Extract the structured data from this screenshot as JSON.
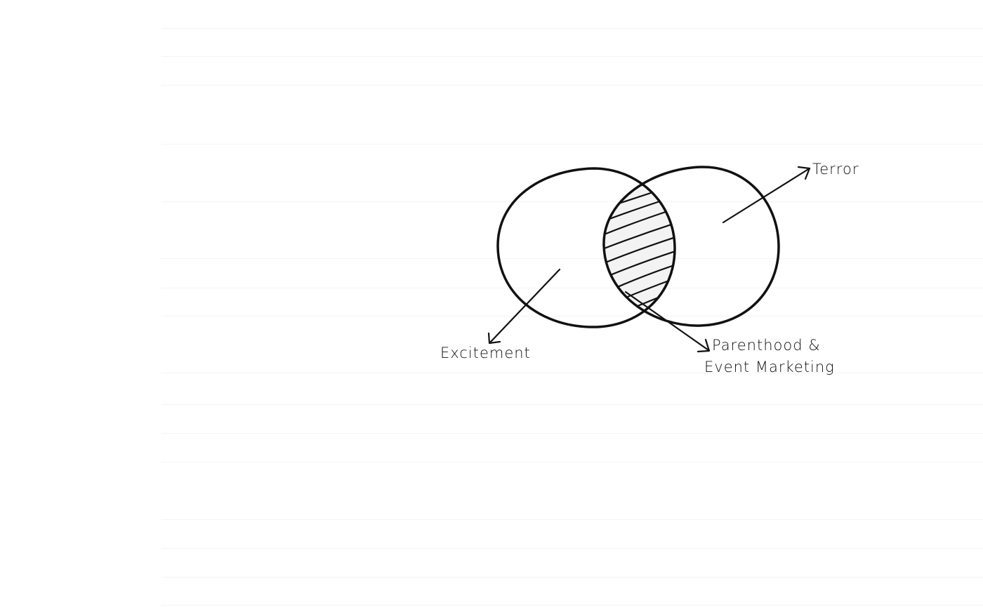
{
  "diagram": {
    "type": "venn",
    "sets": [
      {
        "label": "Excitement"
      },
      {
        "label": "Terror"
      }
    ],
    "intersection": {
      "label_line1": "Parenthood &",
      "label_line2": "Event Marketing",
      "fill": "hatched"
    },
    "colors": {
      "ink": "#111111",
      "hatch_background": "#f3f3f3",
      "paper": "#ffffff"
    }
  }
}
